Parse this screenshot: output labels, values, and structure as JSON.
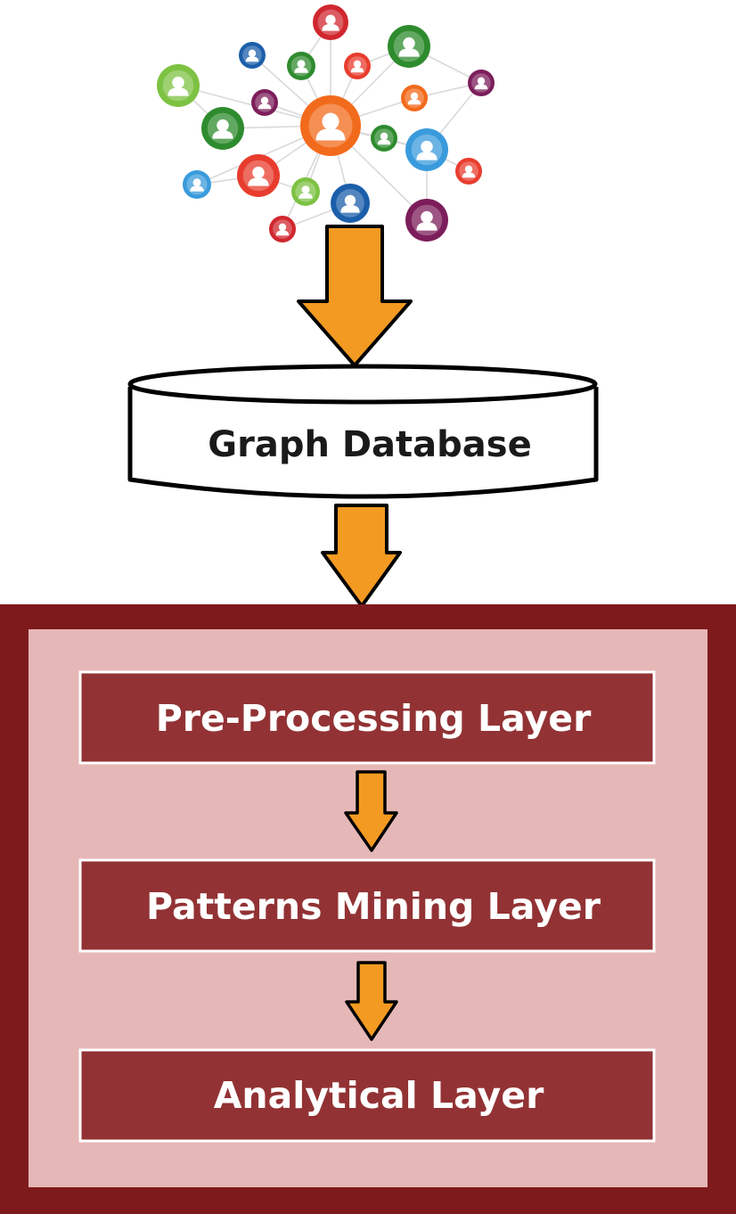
{
  "diagram": {
    "database_label": "Graph Database",
    "layers": [
      {
        "label": "Pre-Processing Layer"
      },
      {
        "label": "Patterns Mining Layer"
      },
      {
        "label": "Analytical Layer"
      }
    ]
  },
  "icons": {
    "network": "social-network-icon",
    "user": "user-icon",
    "arrow": "arrow-down-icon",
    "database": "database-cylinder-icon"
  },
  "colors": {
    "arrow_fill": "#F29A22",
    "outer_frame": "#7E1A1C",
    "inner_panel": "#E6B7B7",
    "layer_box": "#923234",
    "node_colors": [
      "#D0272F",
      "#2E8B2E",
      "#7DC242",
      "#1B5EAA",
      "#3A9BDC",
      "#F26A1B",
      "#7C1E5B",
      "#E83D2E"
    ]
  }
}
